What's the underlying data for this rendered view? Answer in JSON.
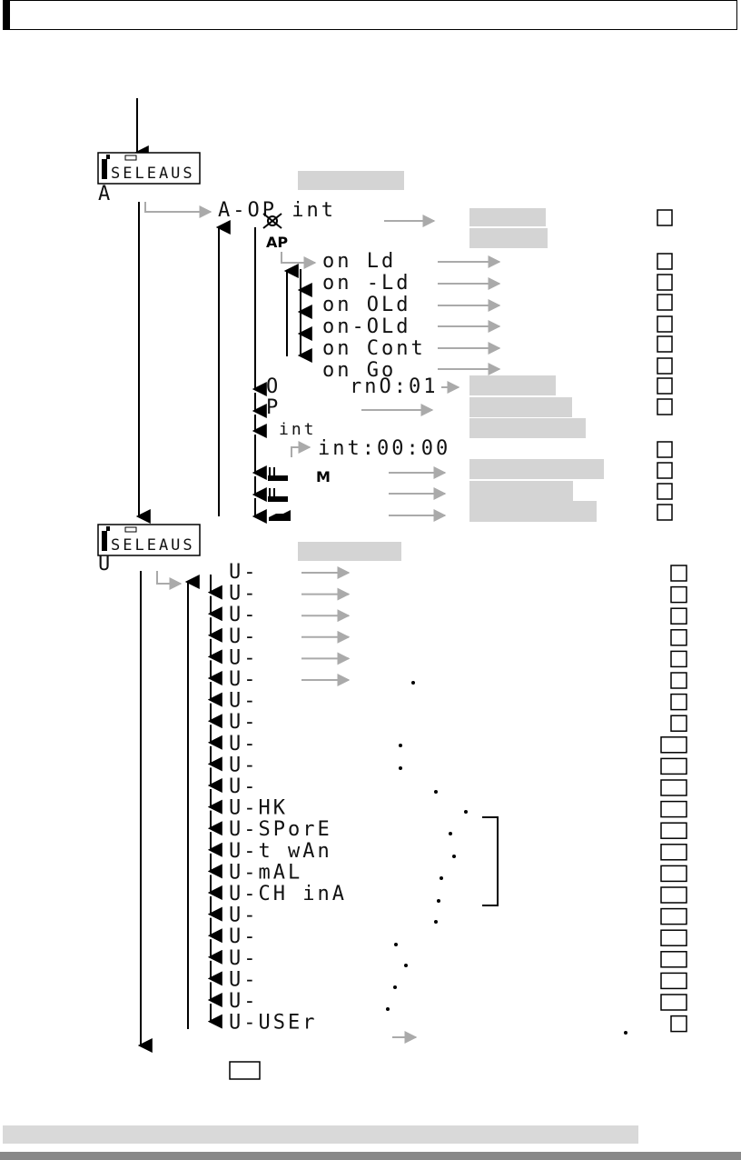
{
  "lcd": {
    "display_text": "SELEAUS"
  },
  "modes": {
    "a_label": "A",
    "u_label": "U"
  },
  "a_menu": {
    "title": "A-OP int",
    "ap_label": "AP",
    "options": [
      "on  Ld",
      "on -Ld",
      "on OLd",
      "on-OLd",
      "on Cont",
      "on Go"
    ],
    "o_label": "O",
    "o_value": "rnO:01",
    "p_label": "P",
    "int_label": "int",
    "int_value": "int:00:00",
    "m_label": "M"
  },
  "u_menu": {
    "items": [
      "U-",
      "U-",
      "U-",
      "U-",
      "U-",
      "U-",
      "U-",
      "U-",
      "U-",
      "U-",
      "U-",
      "U-HK",
      "U-SPorE",
      "U-t wAn",
      "U-mAL",
      "U-CH inA",
      "U-",
      "U-",
      "U-",
      "U-",
      "U-",
      "U-USEr"
    ]
  }
}
